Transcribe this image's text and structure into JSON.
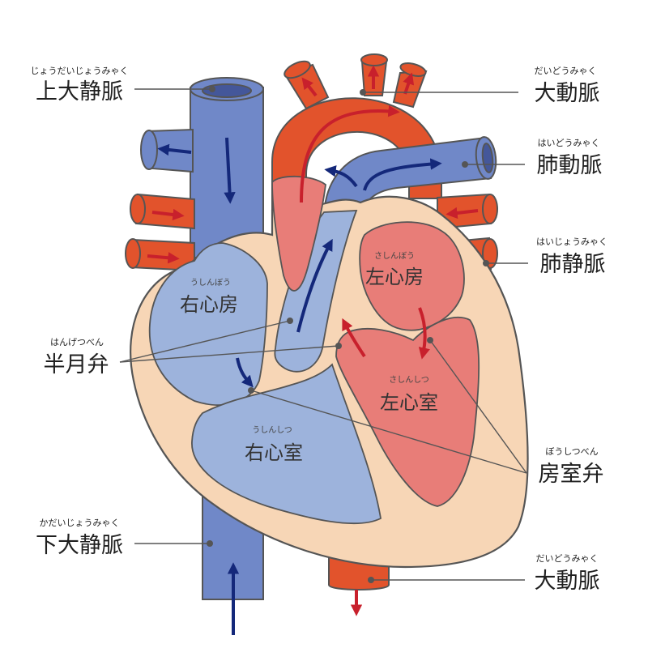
{
  "labels": {
    "superior_vena_cava": {
      "text": "上大静脈",
      "ruby": "じょうだいじょうみゃく"
    },
    "aorta_top": {
      "text": "大動脈",
      "ruby": "だいどうみゃく"
    },
    "pulmonary_artery": {
      "text": "肺動脈",
      "ruby": "はいどうみゃく"
    },
    "pulmonary_vein": {
      "text": "肺静脈",
      "ruby": "はいじょうみゃく"
    },
    "semilunar_valve": {
      "text": "半月弁",
      "ruby": "はんげつべん"
    },
    "av_valve": {
      "text": "房室弁",
      "ruby": "ぼうしつべん"
    },
    "inferior_vena_cava": {
      "text": "下大静脈",
      "ruby": "かだいじょうみゃく"
    },
    "aorta_bottom": {
      "text": "大動脈",
      "ruby": "だいどうみゃく"
    }
  },
  "chambers": {
    "right_atrium": {
      "text": "右心房",
      "ruby": "うしんぼう"
    },
    "right_ventricle": {
      "text": "右心室",
      "ruby": "うしんしつ"
    },
    "left_atrium": {
      "text": "左心房",
      "ruby": "さしんぼう"
    },
    "left_ventricle": {
      "text": "左心室",
      "ruby": "さしんしつ"
    }
  },
  "colors": {
    "venous_blue": "#7088c8",
    "venous_blue_light": "#9db3dc",
    "arterial_red": "#e2532c",
    "arterial_red_light": "#e87d78",
    "heart_wall": "#f7d6b6",
    "arrow_blue": "#14287a",
    "arrow_red": "#c8202c",
    "outline": "#555555"
  }
}
